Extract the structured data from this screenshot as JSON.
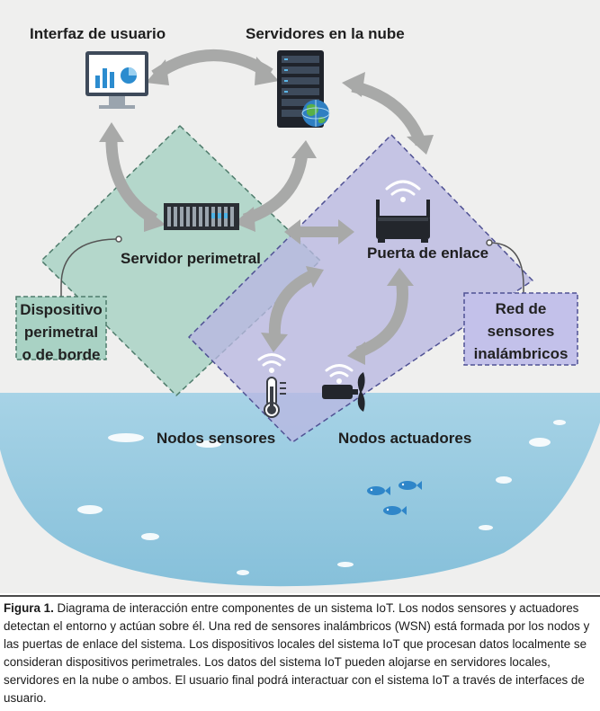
{
  "labels": {
    "user_interface": "Interfaz de usuario",
    "cloud_servers": "Servidores en la nube",
    "edge_server": "Servidor perimetral",
    "gateway": "Puerta de enlace",
    "sensor_nodes": "Nodos sensores",
    "actuator_nodes": "Nodos actuadores"
  },
  "callouts": {
    "edge_device": [
      "Dispositivo",
      "perimetral",
      "o de borde"
    ],
    "wsn": [
      "Red de",
      "sensores",
      "inalámbricos"
    ]
  },
  "caption": {
    "label": "Figura 1.",
    "text": " Diagrama de interacción entre componentes de un sistema IoT. Los nodos sensores y actuadores detectan el entorno y actúan sobre él. Una red de sensores inalámbricos (WSN) está formada por los nodos y las puertas de enlace del sistema. Los dispositivos locales del sistema IoT que procesan datos localmente se consideran dispositivos perimetrales. Los datos del sistema IoT pueden alojarse en servidores locales, servidores en la nube o ambos. El usuario final podrá interactuar con el sistema IoT a través de interfaces de usuario."
  },
  "colors": {
    "background": "#efefee",
    "water": "#8fc6de",
    "edge_region": "#a9d2c4",
    "wsn_region": "#b9b7e2",
    "arrow": "#a8a9a8",
    "fish": "#2f86c9"
  },
  "icons": [
    "monitor-chart-icon",
    "server-tower-icon",
    "globe-icon",
    "edge-rack-icon",
    "router-icon",
    "wifi-icon",
    "thermometer-icon",
    "motor-propeller-icon",
    "fish-icon"
  ]
}
